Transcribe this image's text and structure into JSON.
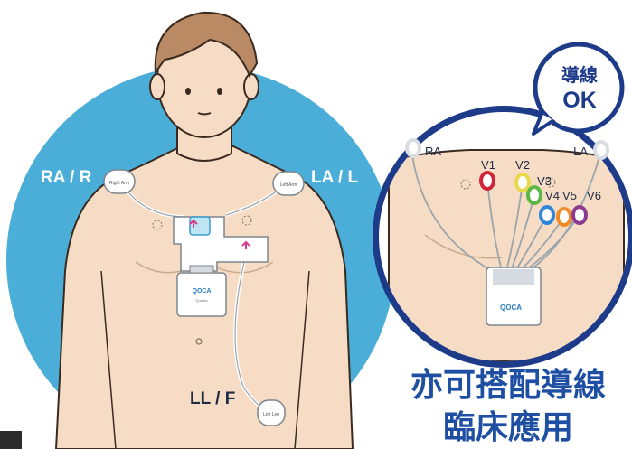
{
  "left_figure": {
    "label_right_arm": "RA / R",
    "label_left_arm": "LA / L",
    "label_left_leg": "LL / F",
    "pad_right": "Right Arm",
    "pad_left": "Left Arm",
    "pad_leg": "Left Leg",
    "device_brand": "QOCA",
    "device_sub": "Quanta"
  },
  "inset": {
    "electrodes": [
      {
        "label": "RA",
        "color": "#d9dde0"
      },
      {
        "label": "V1",
        "color": "#d0243a"
      },
      {
        "label": "V2",
        "color": "#e9d84a"
      },
      {
        "label": "V3",
        "color": "#5cb846"
      },
      {
        "label": "V4",
        "color": "#2f86d8"
      },
      {
        "label": "V5",
        "color": "#f08a24"
      },
      {
        "label": "V6",
        "color": "#8a3b8e"
      },
      {
        "label": "LA",
        "color": "#d9dde0"
      }
    ],
    "device_brand": "QOCA"
  },
  "bubble": {
    "line1": "導線",
    "line2": "OK"
  },
  "caption": {
    "line1": "亦可搭配導線",
    "line2": "臨床應用"
  },
  "colors": {
    "circle_blue": "#4aaed9",
    "inset_navy": "#1e3b8a",
    "caption_blue": "#1e4fa3",
    "skin": "#f6dcc4",
    "hair": "#b98a63"
  }
}
